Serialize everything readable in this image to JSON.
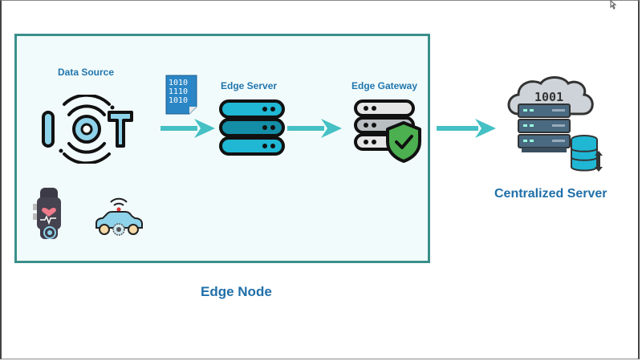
{
  "diagram": {
    "edge_node_label": "Edge Node",
    "data_source_label": "Data Source",
    "edge_server_label": "Edge Server",
    "edge_gateway_label": "Edge Gateway",
    "centralized_server_label": "Centralized Server",
    "iot_logo_text": "IOT",
    "data_file_lines": [
      "1010",
      "1110",
      "1010"
    ],
    "cloud_text": "1001",
    "colors": {
      "accent": "#2176ae",
      "arrow": "#45c0c4",
      "box_border": "#3a8f8a",
      "box_fill": "#f2fbfb",
      "shield": "#4caf50"
    }
  }
}
